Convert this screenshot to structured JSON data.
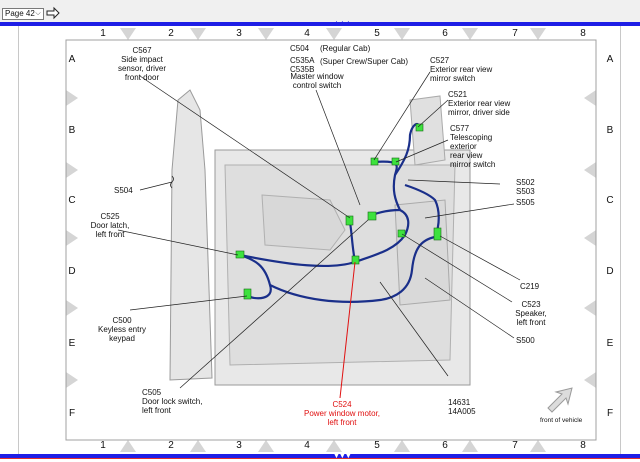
{
  "toolbar": {
    "page_select_value": "Page 42",
    "go_icon": "right-arrow-icon"
  },
  "colors": {
    "blue_bar": "#1e1ee6",
    "harness": "#1a2f8a",
    "connector": "#3de23d",
    "highlight_label": "#e01010",
    "panel": "#e8e8e8"
  },
  "grid": {
    "columns": [
      "1",
      "2",
      "3",
      "4",
      "5",
      "6",
      "7",
      "8"
    ],
    "rows": [
      "A",
      "B",
      "C",
      "D",
      "E",
      "F"
    ]
  },
  "labels": {
    "c567": "C567",
    "c567_desc1": "Side impact",
    "c567_desc2": "sensor, driver",
    "c567_desc3": "front door",
    "c504": "C504",
    "c504_desc": "(Regular Cab)",
    "c535a": "C535A",
    "c535b": "C535B",
    "c535_desc": "(Super Crew/Super Cab)",
    "master_switch1": "Master window",
    "master_switch2": "control switch",
    "c527": "C527",
    "c527_desc1": "Exterior rear view",
    "c527_desc2": "mirror switch",
    "c521": "C521",
    "c521_desc1": "Exterior rear view",
    "c521_desc2": "mirror, driver side",
    "c577": "C577",
    "c577_desc1": "Telescoping",
    "c577_desc2": "exterior",
    "c577_desc3": "rear view",
    "c577_desc4": "mirror switch",
    "s504": "S504",
    "s502": "S502",
    "s503": "S503",
    "s505": "S505",
    "c525": "C525",
    "c525_desc1": "Door latch,",
    "c525_desc2": "left front",
    "c219": "C219",
    "c500": "C500",
    "c500_desc1": "Keyless entry",
    "c500_desc2": "keypad",
    "c523": "C523",
    "c523_desc1": "Speaker,",
    "c523_desc2": "left front",
    "s500": "S500",
    "c505": "C505",
    "c505_desc1": "Door lock switch,",
    "c505_desc2": "left front",
    "c524": "C524",
    "c524_desc1": "Power window motor,",
    "c524_desc2": "left front",
    "p14631": "14631",
    "p14a005": "14A005",
    "front_of_vehicle": "front of vehicle"
  }
}
